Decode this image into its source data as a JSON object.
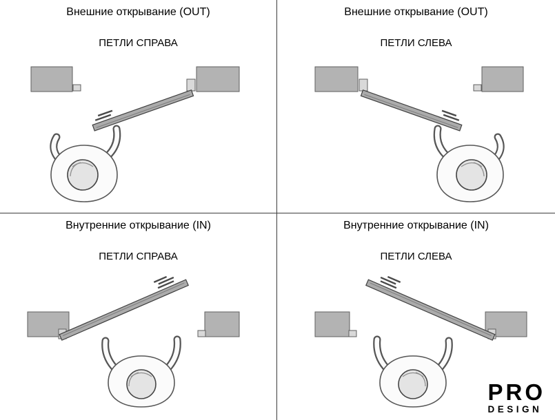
{
  "quadrants": [
    {
      "id": "out-hinges-right",
      "title": "Внешние открывание (OUT)",
      "subtitle": "ПЕТЛИ СПРАВА"
    },
    {
      "id": "out-hinges-left",
      "title": "Внешние открывание (OUT)",
      "subtitle": "ПЕТЛИ СЛЕВА"
    },
    {
      "id": "in-hinges-right",
      "title": "Внутренние открывание (IN)",
      "subtitle": "ПЕТЛИ СПРАВА"
    },
    {
      "id": "in-hinges-left",
      "title": "Внутренние открывание (IN)",
      "subtitle": "ПЕТЛИ СЛЕВА"
    }
  ],
  "logo": {
    "line1": "PRO",
    "line2": "DESIGN"
  },
  "icons": [
    "wall-block",
    "door-jamb",
    "door-leaf",
    "door-handle-icon",
    "person-top-view"
  ],
  "colors": {
    "background": "#ffffff",
    "wall": "#b3b3b3",
    "door": "#ababab",
    "outline": "#565656",
    "divider": "#3c3c3c",
    "text": "#000000"
  }
}
